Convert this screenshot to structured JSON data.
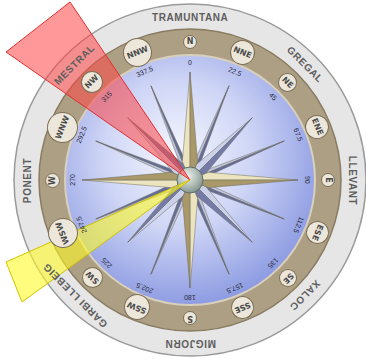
{
  "diagram": {
    "nodes": [
      {
        "text": [
          "N"
        ]
      },
      {
        "text": [
          "NNE"
        ]
      },
      {
        "text": [
          "NE"
        ]
      },
      {
        "text": [
          "ENE"
        ]
      },
      {
        "text": [
          "E"
        ]
      },
      {
        "text": [
          "ESE"
        ]
      },
      {
        "text": [
          "SE"
        ]
      },
      {
        "text": [
          "SSE"
        ]
      },
      {
        "text": [
          "S"
        ]
      },
      {
        "text": [
          "SSW"
        ]
      },
      {
        "text": [
          "SW"
        ]
      },
      {
        "text": [
          "WSW"
        ]
      },
      {
        "text": [
          "W"
        ]
      },
      {
        "text": [
          "WNW"
        ]
      },
      {
        "text": [
          "NW"
        ]
      },
      {
        "text": [
          "NNW"
        ]
      }
    ],
    "labels": [
      "TRAMUNTANA",
      "GREGAL",
      "LLEVANT",
      "XALOC",
      "MIGJORN",
      "GARBI LLEBEIG",
      "PONENT",
      "MESTRAL",
      "0",
      "22.5",
      "45",
      "67.5",
      "90",
      "112.5",
      "135",
      "157.5",
      "180",
      "202.5",
      "225",
      "247.5",
      "270",
      "292.5",
      "315",
      "337.5"
    ]
  }
}
